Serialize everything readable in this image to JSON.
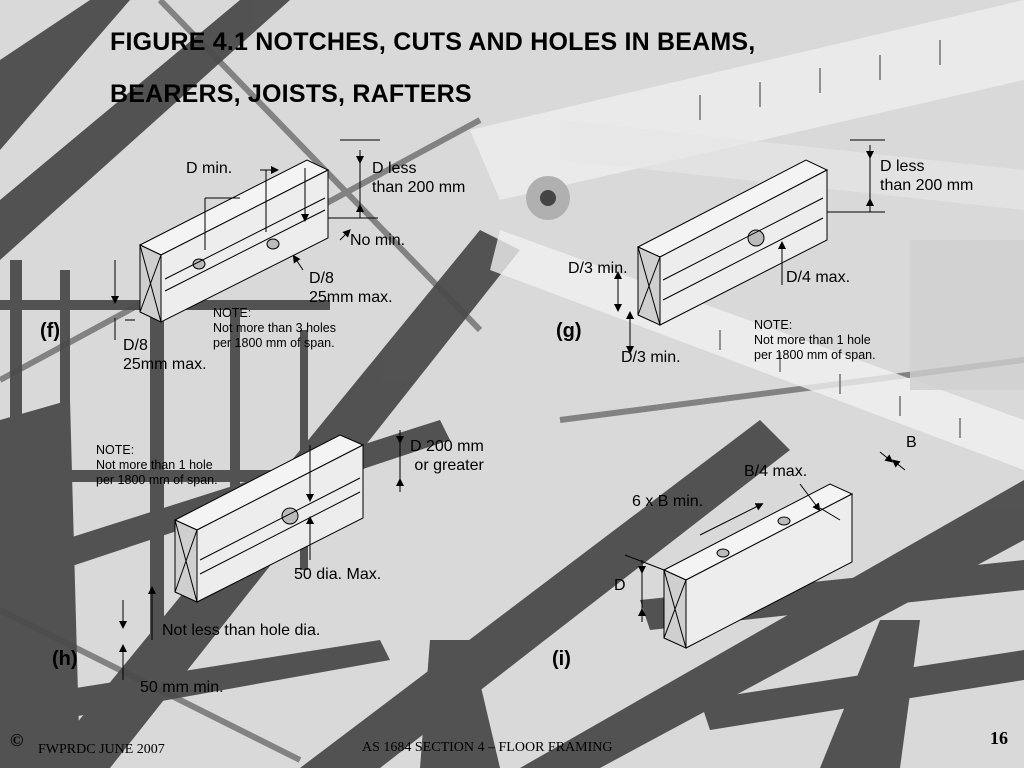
{
  "title": {
    "line1": "FIGURE  4.1   NOTCHES, CUTS AND HOLES IN BEAMS,",
    "line2": "BEARERS, JOISTS, RAFTERS"
  },
  "figures": {
    "f": {
      "tag": "(f)",
      "d_min": "D min.",
      "d_less_1": "D less",
      "d_less_2": "than 200 mm",
      "no_min": "No min.",
      "d8_right_1": "D/8",
      "d8_right_2": "25mm max.",
      "d8_left_1": "D/8",
      "d8_left_2": "25mm max.",
      "note": [
        "NOTE:",
        "Not more than 3 holes",
        "per 1800 mm of span."
      ]
    },
    "g": {
      "tag": "(g)",
      "d_less_1": "D less",
      "d_less_2": "than 200 mm",
      "d3_top": "D/3 min.",
      "d4_max": "D/4 max.",
      "d3_bottom": "D/3 min.",
      "note": [
        "NOTE:",
        "Not more than 1 hole",
        "per 1800 mm of span."
      ]
    },
    "h": {
      "tag": "(h)",
      "d200_1": "D 200 mm",
      "d200_2": "or greater",
      "dia_max": "50 dia. Max.",
      "not_less": "Not less than hole dia.",
      "min50": "50 mm min.",
      "note": [
        "NOTE:",
        "Not more than 1 hole",
        "per 1800 mm of span."
      ]
    },
    "i": {
      "tag": "(i)",
      "b": "B",
      "b4_max": "B/4 max.",
      "six_b": "6 x B min.",
      "d": "D"
    }
  },
  "footer": {
    "copyright": "©",
    "left": "FWPRDC JUNE 2007",
    "center": "AS 1684 SECTION 4 – FLOOR FRAMING",
    "page": "16"
  },
  "colors": {
    "background_light": "#d8d8d8",
    "background_dark": "#3a3a3a",
    "beam_face": "#ededed",
    "beam_end": "#cfcfcf",
    "ink": "#000000"
  }
}
